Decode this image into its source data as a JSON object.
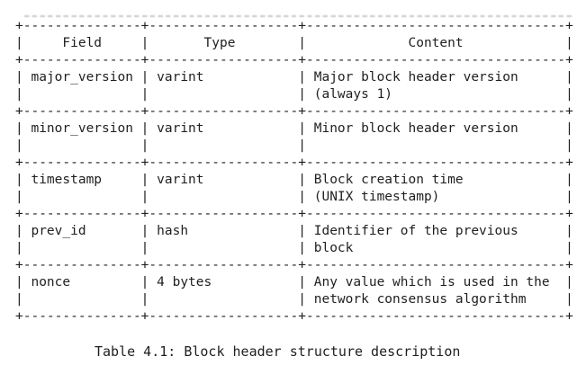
{
  "table": {
    "columns": [
      {
        "label": "Field",
        "width": 15
      },
      {
        "label": "Type",
        "width": 19
      },
      {
        "label": "Content",
        "width": 33
      }
    ],
    "rows": [
      {
        "field": "major_version",
        "type": "varint",
        "content_lines": [
          "Major block header version",
          "(always 1)"
        ]
      },
      {
        "field": "minor_version",
        "type": "varint",
        "content_lines": [
          "Minor block header version",
          ""
        ]
      },
      {
        "field": "timestamp",
        "type": "varint",
        "content_lines": [
          "Block creation time",
          "(UNIX timestamp)"
        ]
      },
      {
        "field": "prev_id",
        "type": "hash",
        "content_lines": [
          "Identifier of the previous",
          "block"
        ]
      },
      {
        "field": "nonce",
        "type": "4 bytes",
        "content_lines": [
          "Any value which is used in the",
          "network consensus algorithm"
        ]
      }
    ]
  },
  "caption": "Table 4.1: Block header structure description",
  "colors": {
    "text": "#1d1f21",
    "faint_rule": "#b9c2ca",
    "background": "#ffffff"
  }
}
